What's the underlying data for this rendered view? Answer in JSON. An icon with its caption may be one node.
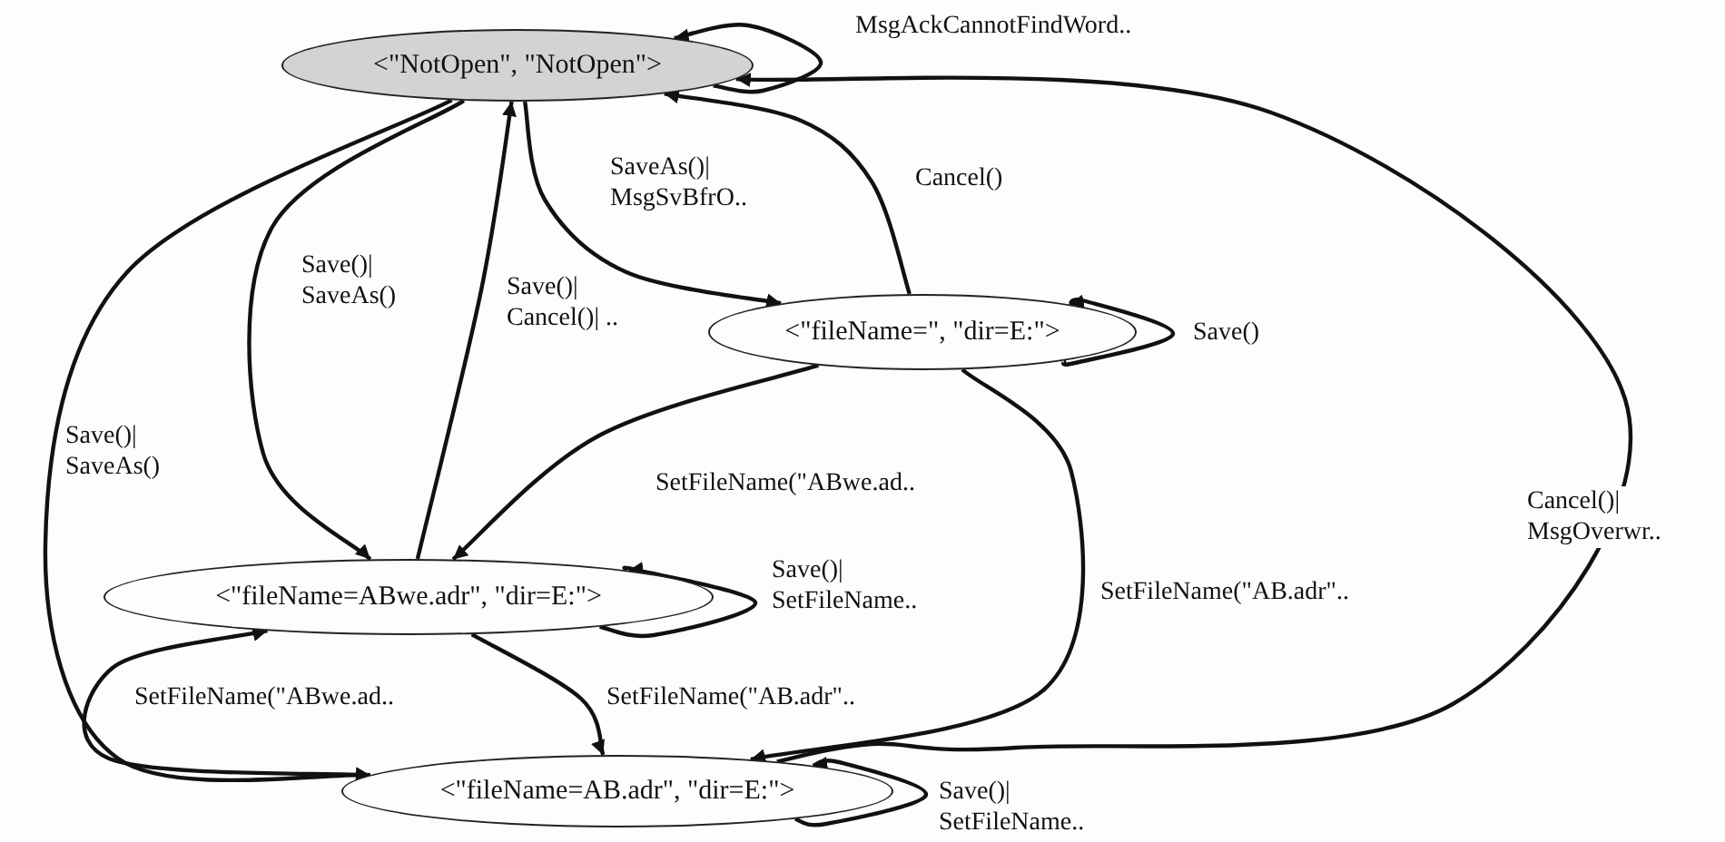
{
  "diagram": {
    "nodes": [
      {
        "text": [
          "<\"NotOpen\", \"NotOpen\">"
        ]
      },
      {
        "text": [
          "<\"fileName=\", \"dir=E:\">"
        ]
      },
      {
        "text": [
          "<\"fileName=ABwe.adr\", \"dir=E:\">"
        ]
      },
      {
        "text": [
          "<\"fileName=AB.adr\", \"dir=E:\">"
        ]
      }
    ],
    "edges": [
      {
        "from": 0,
        "to": 0,
        "arrow": "to",
        "label": "MsgAckCannotFindWord.."
      },
      {
        "from": 0,
        "to": 1,
        "arrow": "to",
        "label": "SaveAs()| MsgSvBfrO.."
      },
      {
        "from": 1,
        "to": 0,
        "arrow": "to",
        "label": "Cancel()"
      },
      {
        "from": 1,
        "to": 1,
        "arrow": "to",
        "label": "Save()"
      },
      {
        "from": 0,
        "to": 2,
        "arrow": "to",
        "label": "Save()| SaveAs()"
      },
      {
        "from": 2,
        "to": 0,
        "arrow": "to",
        "label": "Save()| Cancel()| .."
      },
      {
        "from": 1,
        "to": 2,
        "arrow": "to",
        "label": "SetFileName(\"ABwe.ad.."
      },
      {
        "from": 0,
        "to": 3,
        "arrow": "to",
        "label": "Save()| SaveAs()"
      },
      {
        "from": 2,
        "to": 2,
        "arrow": "to",
        "label": "Save()| SetFileName.."
      },
      {
        "from": 3,
        "to": 2,
        "arrow": "to",
        "label": "SetFileName(\"ABwe.ad.."
      },
      {
        "from": 2,
        "to": 3,
        "arrow": "to",
        "label": "SetFileName(\"AB.adr\".."
      },
      {
        "from": 1,
        "to": 3,
        "arrow": "to",
        "label": "SetFileName(\"AB.adr\".."
      },
      {
        "from": 3,
        "to": 3,
        "arrow": "to",
        "label": "Save()| SetFileName.."
      },
      {
        "from": 3,
        "to": 0,
        "arrow": "to",
        "label": "Cancel()| MsgOverwr.."
      }
    ]
  }
}
